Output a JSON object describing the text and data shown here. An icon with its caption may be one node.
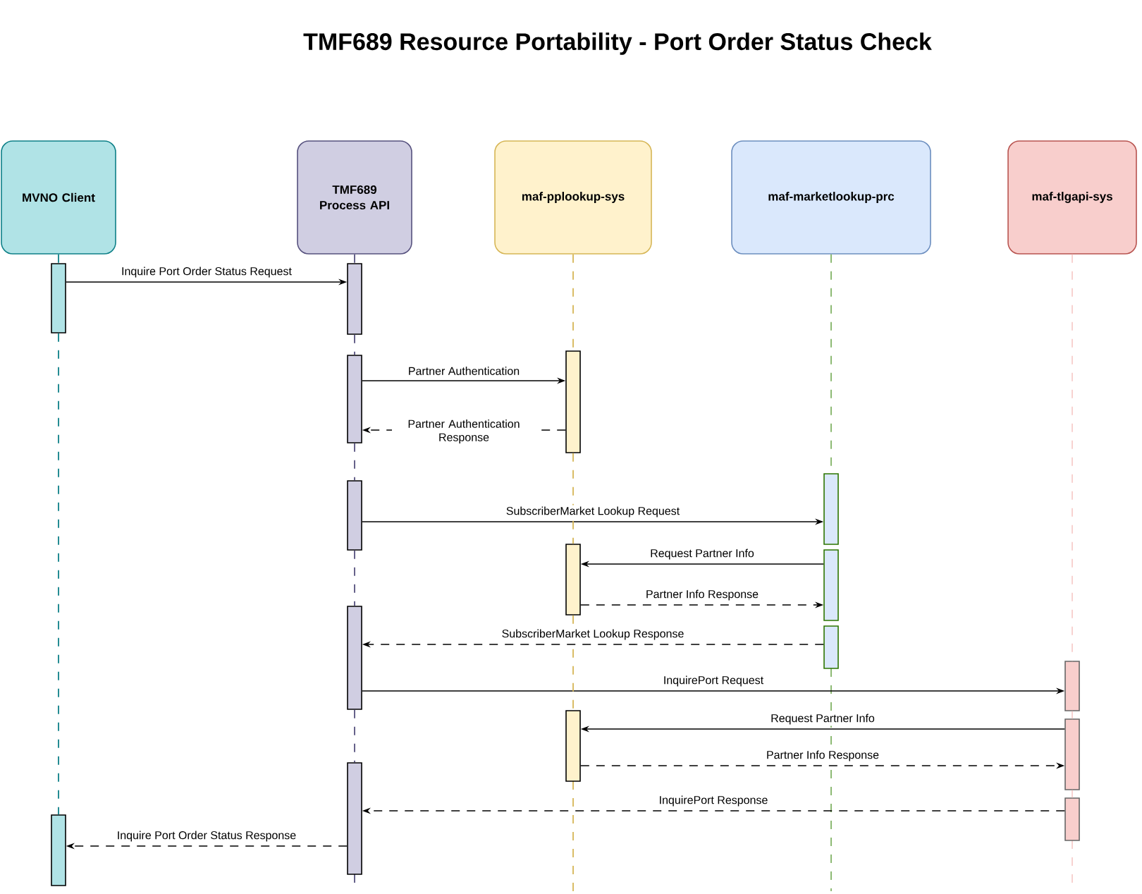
{
  "diagram": {
    "title": "TMF689 Resource Portability - Port Order Status Check",
    "nodes": [
      {
        "text": [
          "MVNO Client"
        ]
      },
      {
        "text": [
          "TMF689 Process API"
        ]
      },
      {
        "text": [
          "maf-pplookup-sys"
        ]
      },
      {
        "text": [
          "maf-marketlookup-prc"
        ]
      },
      {
        "text": [
          "maf-tlgapi-sys"
        ]
      },
      {
        "text": [],
        "shape": "bar"
      },
      {
        "text": [],
        "shape": "bar"
      },
      {
        "text": [],
        "shape": "bar"
      },
      {
        "text": [],
        "shape": "bar"
      },
      {
        "text": [],
        "shape": "bar"
      },
      {
        "text": [],
        "shape": "bar"
      },
      {
        "text": [],
        "shape": "bar"
      },
      {
        "text": [],
        "shape": "bar"
      },
      {
        "text": [],
        "shape": "bar"
      },
      {
        "text": [],
        "shape": "bar"
      },
      {
        "text": [],
        "shape": "bar"
      },
      {
        "text": [],
        "shape": "bar"
      },
      {
        "text": [],
        "shape": "bar"
      },
      {
        "text": [],
        "shape": "bar"
      },
      {
        "text": [],
        "shape": "bar"
      },
      {
        "text": [],
        "shape": "bar"
      }
    ],
    "edges": [
      {
        "from": 5,
        "to": 7,
        "arrow": "to",
        "label": "Inquire Port Order Status Request"
      },
      {
        "from": 8,
        "to": 12,
        "arrow": "to",
        "label": "Partner Authentication"
      },
      {
        "from": 12,
        "to": 8,
        "arrow": "to",
        "style": "dashed",
        "label": "Partner Authentication Response"
      },
      {
        "from": 9,
        "to": 15,
        "arrow": "to",
        "label": "SubscriberMarket Lookup Request"
      },
      {
        "from": 16,
        "to": 13,
        "arrow": "to",
        "label": "Request Partner Info"
      },
      {
        "from": 13,
        "to": 16,
        "arrow": "to",
        "style": "dashed",
        "label": "Partner Info Response"
      },
      {
        "from": 17,
        "to": 10,
        "arrow": "to",
        "style": "dashed",
        "label": "SubscriberMarket Lookup Response"
      },
      {
        "from": 10,
        "to": 18,
        "arrow": "to",
        "label": "InquirePort Request"
      },
      {
        "from": 19,
        "to": 14,
        "arrow": "to",
        "label": "Request Partner Info"
      },
      {
        "from": 14,
        "to": 19,
        "arrow": "to",
        "style": "dashed",
        "label": "Partner Info Response"
      },
      {
        "from": 20,
        "to": 11,
        "arrow": "to",
        "style": "dashed",
        "label": "InquirePort Response"
      },
      {
        "from": 11,
        "to": 6,
        "arrow": "to",
        "style": "dashed",
        "label": "Inquire Port Order Status Response"
      },
      {
        "from": 0,
        "to": 5,
        "arrow": "none",
        "style": "dashed",
        "color": "#0e8088"
      },
      {
        "from": 5,
        "to": 6,
        "arrow": "none",
        "style": "dashed",
        "color": "#0e8088"
      },
      {
        "from": 1,
        "to": 7,
        "arrow": "none",
        "style": "dashed",
        "color": "#56517e"
      },
      {
        "from": 7,
        "to": 8,
        "arrow": "none",
        "style": "dashed",
        "color": "#56517e"
      },
      {
        "from": 8,
        "to": 9,
        "arrow": "none",
        "style": "dashed",
        "color": "#56517e"
      },
      {
        "from": 9,
        "to": 10,
        "arrow": "none",
        "style": "dashed",
        "color": "#56517e"
      },
      {
        "from": 10,
        "to": 11,
        "arrow": "none",
        "style": "dashed",
        "color": "#56517e"
      },
      {
        "from": 2,
        "to": 12,
        "arrow": "none",
        "style": "dashed",
        "color": "#d6b656"
      },
      {
        "from": 12,
        "to": 13,
        "arrow": "none",
        "style": "dashed",
        "color": "#d6b656"
      },
      {
        "from": 13,
        "to": 14,
        "arrow": "none",
        "style": "dashed",
        "color": "#d6b656"
      },
      {
        "from": 3,
        "to": 15,
        "arrow": "none",
        "style": "dashed",
        "color": "#82b366"
      },
      {
        "from": 4,
        "to": 18,
        "arrow": "none",
        "style": "dashed",
        "color": "#f8cecc"
      },
      {
        "from": 18,
        "to": 19,
        "arrow": "none",
        "style": "dashed",
        "color": "#f8cecc"
      },
      {
        "from": 19,
        "to": 20,
        "arrow": "none",
        "style": "dashed",
        "color": "#f8cecc"
      }
    ]
  }
}
